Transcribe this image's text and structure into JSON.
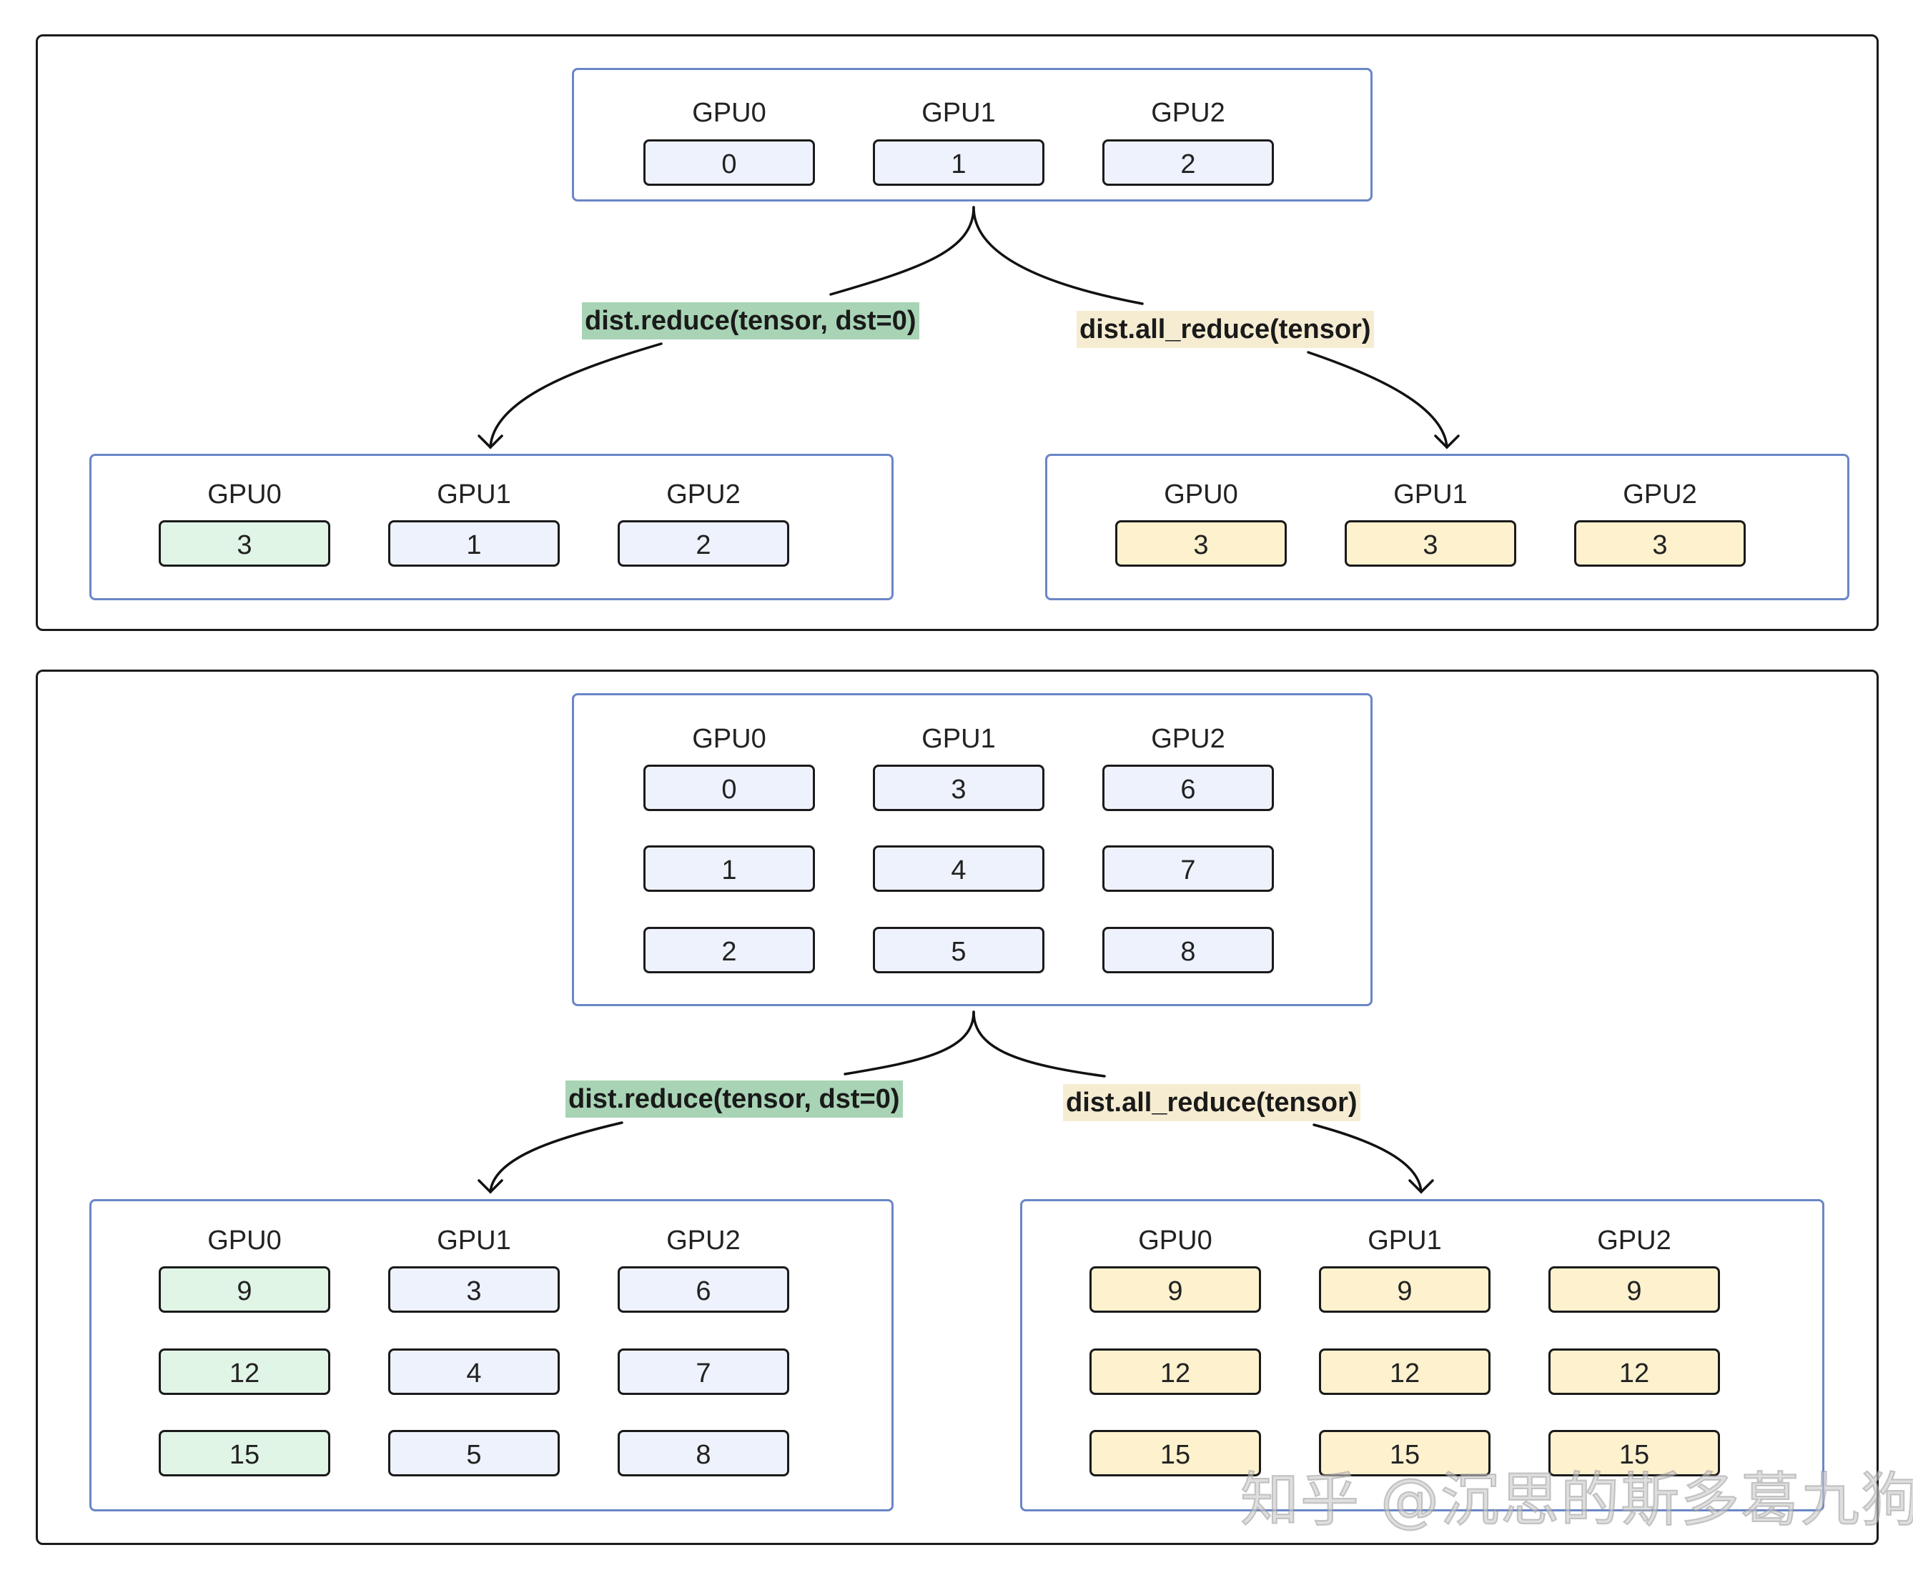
{
  "gpu_labels": [
    "GPU0",
    "GPU1",
    "GPU2"
  ],
  "panel1": {
    "source": [
      [
        "0"
      ],
      [
        "1"
      ],
      [
        "2"
      ]
    ],
    "reduce_op": "dist.reduce(tensor, dst=0)",
    "all_reduce_op": "dist.all_reduce(tensor)",
    "reduce_result": [
      [
        "3"
      ],
      [
        "1"
      ],
      [
        "2"
      ]
    ],
    "all_reduce_result": [
      [
        "3"
      ],
      [
        "3"
      ],
      [
        "3"
      ]
    ]
  },
  "panel2": {
    "source": [
      [
        "0",
        "1",
        "2"
      ],
      [
        "3",
        "4",
        "5"
      ],
      [
        "6",
        "7",
        "8"
      ]
    ],
    "reduce_op": "dist.reduce(tensor, dst=0)",
    "all_reduce_op": "dist.all_reduce(tensor)",
    "reduce_result": [
      [
        "9",
        "12",
        "15"
      ],
      [
        "3",
        "4",
        "5"
      ],
      [
        "6",
        "7",
        "8"
      ]
    ],
    "all_reduce_result": [
      [
        "9",
        "12",
        "15"
      ],
      [
        "9",
        "12",
        "15"
      ],
      [
        "9",
        "12",
        "15"
      ]
    ]
  },
  "colors": {
    "box_border": "#6a86c6",
    "cell_default": "#eef2fc",
    "cell_reduce_dst": "#e1f5e7",
    "cell_all_reduce": "#fdf1ce",
    "reduce_label_bg": "#a8d4b5",
    "all_reduce_label_bg": "#f6ecd2"
  },
  "watermark": "知乎 @沉思的斯多葛九狗"
}
